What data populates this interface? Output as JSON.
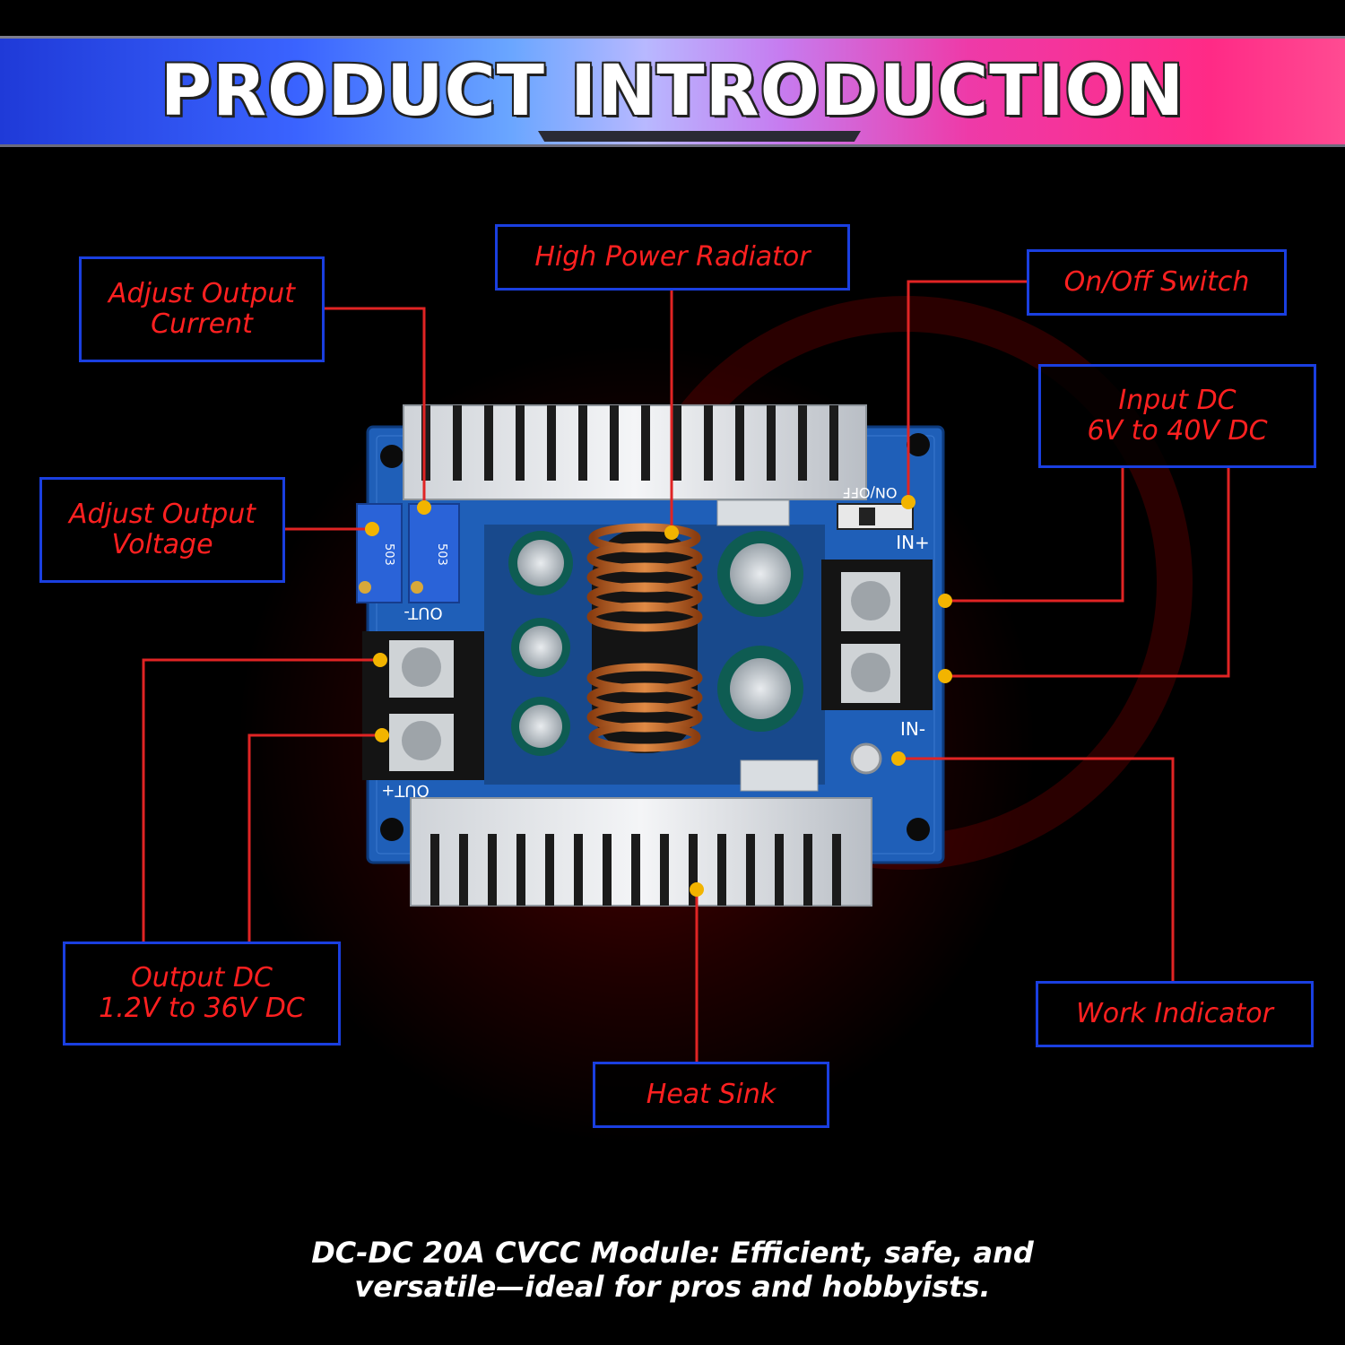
{
  "header": {
    "title": "PRODUCT INTRODUCTION"
  },
  "callouts": {
    "adjust_current": "Adjust Output\nCurrent",
    "high_power_radiator": "High Power Radiator",
    "on_off_switch": "On/Off Switch",
    "input_dc": "Input DC\n6V to 40V DC",
    "adjust_voltage": "Adjust Output\nVoltage",
    "output_dc": "Output DC\n1.2V to 36V DC",
    "work_indicator": "Work Indicator",
    "heat_sink": "Heat Sink"
  },
  "board_labels": {
    "on_off": "ON/OFF",
    "in_plus": "IN+",
    "in_minus": "IN-",
    "out_minus": "OUT-",
    "out_plus": "OUT+",
    "pot_1": "503",
    "pot_2": "503"
  },
  "caption": {
    "line1": "DC-DC 20A CVCC Module: Efficient, safe, and",
    "line2": "versatile—ideal for pros and hobbyists."
  },
  "colors": {
    "callout_border": "#1a3fe0",
    "callout_text": "#ff2020",
    "leader_line": "#e02424",
    "marker_dot": "#f2b400",
    "pcb_blue": "#1f5fb8"
  }
}
